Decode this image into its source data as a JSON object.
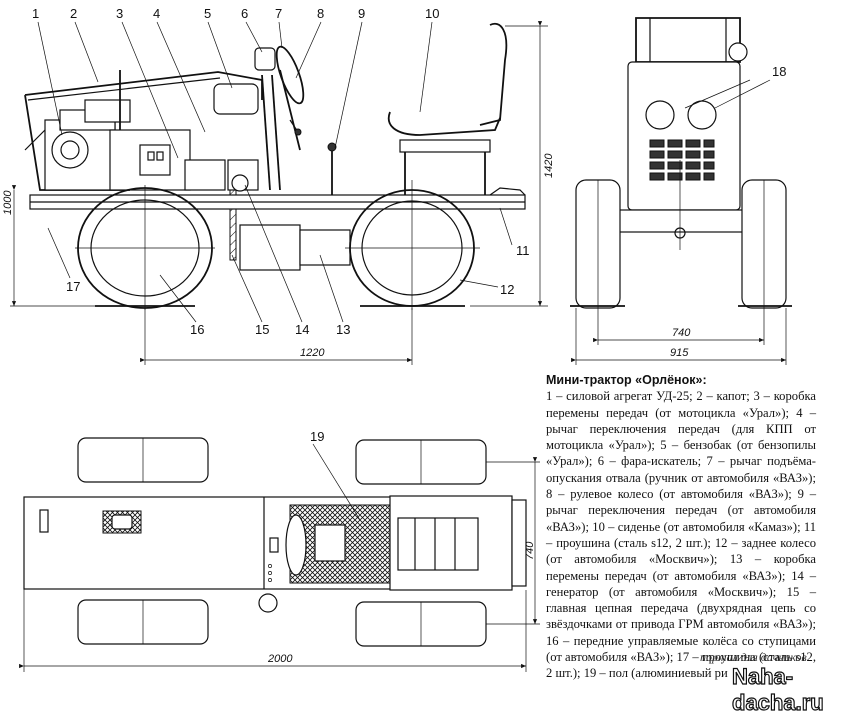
{
  "callouts_side": [
    "1",
    "2",
    "3",
    "4",
    "5",
    "6",
    "7",
    "8",
    "9",
    "10",
    "11",
    "12",
    "13",
    "14",
    "15",
    "16",
    "17"
  ],
  "callout_front": "18",
  "callout_top": "19",
  "dimensions": {
    "side_height": "1000",
    "side_total_height": "1420",
    "wheelbase": "1220",
    "front_track": "740",
    "front_width": "915",
    "top_length": "2000",
    "top_track": "740"
  },
  "caption": {
    "title": "Мини-трактор «Орлёнок»:",
    "body": "1 – силовой агрегат УД-25; 2 – капот; 3 – коробка перемены передач (от мотоцикла «Урал»); 4 – рычаг переключения передач (для КПП от мотоцикла «Урал»); 5 – бензобак (от бензопилы «Урал»); 6 – фара-искатель; 7 – рычаг подъёма-опускания отвала (ручник от автомобиля «ВАЗ»); 8 – рулевое колесо (от автомобиля «ВАЗ»); 9 – рычаг переключения передач (от автомобиля «ВАЗ»); 10 – сиденье (от автомобиля «Камаз»); 11 – проушина (сталь s12, 2 шт.); 12 – заднее колесо (от автомобиля «Москвич»); 13 – коробка перемены передач (от автомобиля «ВАЗ»); 14 – генератор (от автомобиля «Москвич»); 15 – главная цепная передача (двухрядная цепь со звёздочками от привода ГРМ автомобиля «ВАЗ»); 16 – передние управляемые колёса со ступицами (от автомобиля «ВАЗ»); 17 – проушина (сталь s12, 2 шт.); 19 – пол (алюминиевый ри"
  },
  "watermark": {
    "script": "портал для дачников",
    "site": "Naha-dacha.ru"
  }
}
